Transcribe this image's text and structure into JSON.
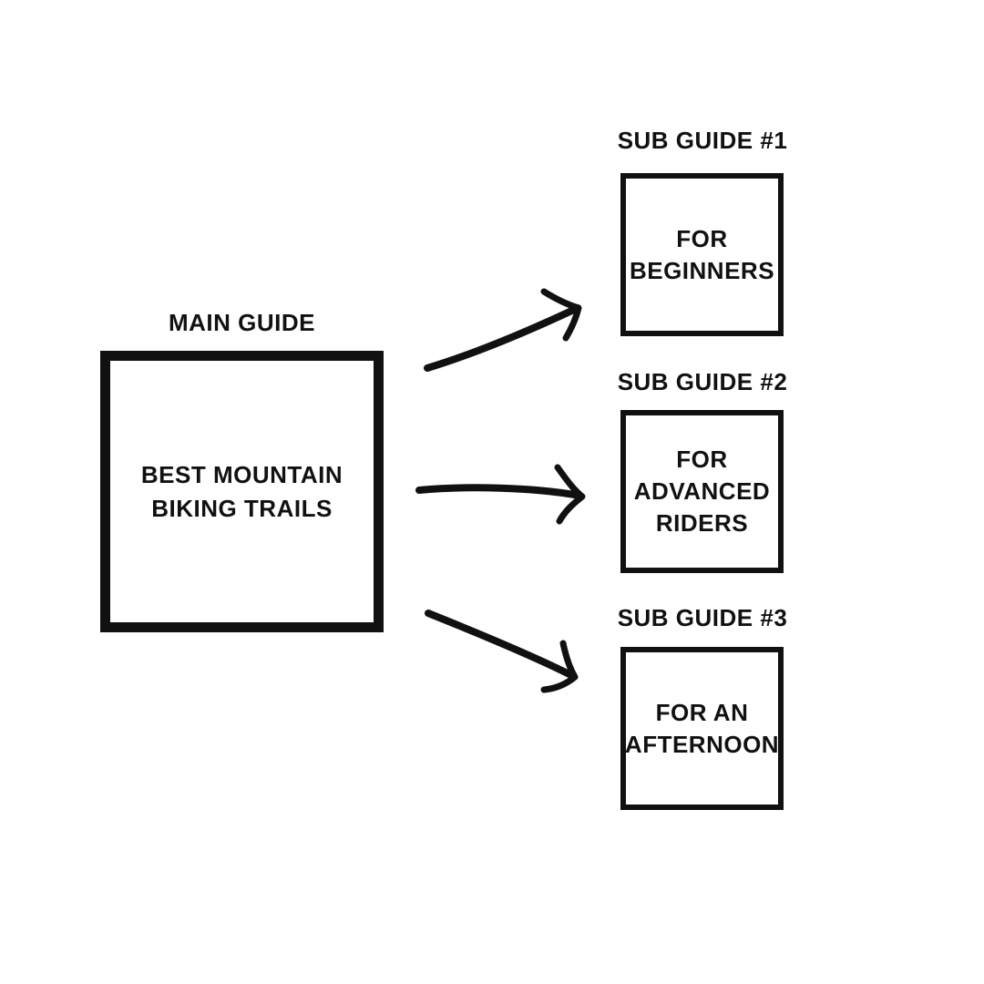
{
  "diagram": {
    "background_color": "#ffffff",
    "ink_color": "#111111",
    "main_guide": {
      "label": "MAIN GUIDE",
      "lines": [
        "BEST MOUNTAIN",
        "BIKING TRAILS"
      ]
    },
    "sub_guides": [
      {
        "label": "SUB GUIDE #1",
        "lines": [
          "FOR",
          "BEGINNERS"
        ]
      },
      {
        "label": "SUB GUIDE #2",
        "lines": [
          "FOR",
          "ADVANCED",
          "RIDERS"
        ]
      },
      {
        "label": "SUB GUIDE #3",
        "lines": [
          "FOR AN",
          "AFTERNOON"
        ]
      }
    ],
    "arrows": [
      {
        "name": "arrow-main-to-sub-guide-1",
        "direction": "up-right"
      },
      {
        "name": "arrow-main-to-sub-guide-2",
        "direction": "right"
      },
      {
        "name": "arrow-main-to-sub-guide-3",
        "direction": "down-right"
      }
    ]
  }
}
